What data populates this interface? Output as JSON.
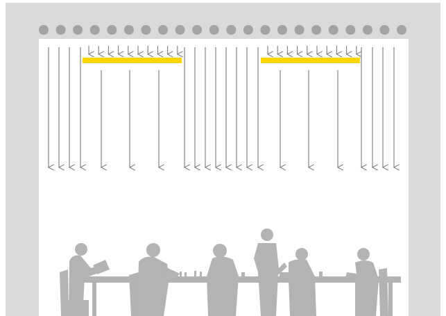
{
  "colors": {
    "background": "#ffffff",
    "ceiling_frame": "#dadada",
    "ceiling_dots": "#a3a3a3",
    "arrows": "#7a7a7a",
    "light_panels": "#ffd400",
    "silhouettes": "#b3b3b3"
  },
  "diagram": {
    "ceiling_dot_count": 22,
    "light_panel_count": 2,
    "scene": "meeting-room-silhouette"
  }
}
